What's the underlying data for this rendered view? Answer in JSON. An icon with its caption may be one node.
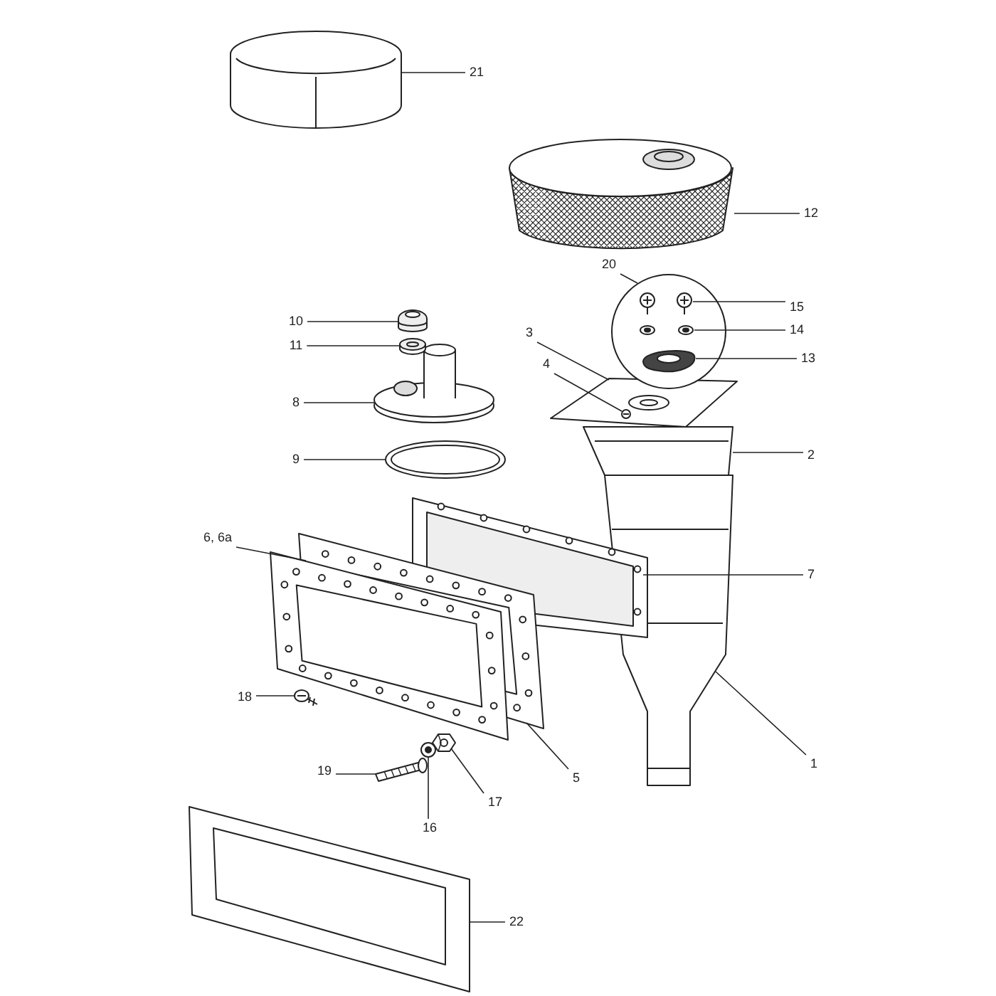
{
  "diagram": {
    "nodes": [
      {
        "text": [
          "21"
        ]
      },
      {
        "text": [],
        "shape": "picture"
      },
      {
        "text": [
          "12"
        ]
      },
      {
        "text": [],
        "shape": "picture"
      },
      {
        "text": [
          "20"
        ]
      },
      {
        "text": [],
        "shape": "circle"
      },
      {
        "text": [
          "15"
        ]
      },
      {
        "text": [],
        "shape": "picture",
        "in": 5
      },
      {
        "text": [
          "14"
        ]
      },
      {
        "text": [],
        "shape": "picture",
        "in": 5
      },
      {
        "text": [
          "13"
        ]
      },
      {
        "text": [],
        "shape": "picture",
        "in": 5
      },
      {
        "text": [
          "3"
        ]
      },
      {
        "text": [],
        "shape": "picture"
      },
      {
        "text": [
          "4"
        ]
      },
      {
        "text": [],
        "shape": "picture",
        "in": 13
      },
      {
        "text": [
          "10"
        ]
      },
      {
        "text": [],
        "shape": "picture"
      },
      {
        "text": [
          "11"
        ]
      },
      {
        "text": [],
        "shape": "picture"
      },
      {
        "text": [
          "2"
        ]
      },
      {
        "text": [],
        "shape": "picture"
      },
      {
        "text": [
          "8"
        ]
      },
      {
        "text": [],
        "shape": "picture"
      },
      {
        "text": [
          "9"
        ]
      },
      {
        "text": [],
        "shape": "picture"
      },
      {
        "text": [
          "6, 6a"
        ]
      },
      {
        "text": [],
        "shape": "picture"
      },
      {
        "text": [
          "7"
        ]
      },
      {
        "text": [],
        "shape": "picture"
      },
      {
        "text": [
          "18"
        ]
      },
      {
        "text": [],
        "shape": "picture"
      },
      {
        "text": [
          "5"
        ]
      },
      {
        "text": [],
        "shape": "picture"
      },
      {
        "text": [
          "1"
        ]
      },
      {
        "text": [],
        "shape": "picture"
      },
      {
        "text": [
          "19"
        ]
      },
      {
        "text": [],
        "shape": "picture"
      },
      {
        "text": [
          "16"
        ]
      },
      {
        "text": [],
        "shape": "picture"
      },
      {
        "text": [
          "17"
        ]
      },
      {
        "text": [],
        "shape": "picture"
      },
      {
        "text": [
          "22"
        ]
      },
      {
        "text": [],
        "shape": "picture"
      }
    ],
    "edges": [
      {
        "from": 0,
        "to": 1,
        "arrow": "none"
      },
      {
        "from": 2,
        "to": 3,
        "arrow": "none"
      },
      {
        "from": 4,
        "to": 5,
        "arrow": "none"
      },
      {
        "from": 6,
        "to": 7,
        "arrow": "none"
      },
      {
        "from": 8,
        "to": 9,
        "arrow": "none"
      },
      {
        "from": 10,
        "to": 11,
        "arrow": "none"
      },
      {
        "from": 12,
        "to": 13,
        "arrow": "none"
      },
      {
        "from": 14,
        "to": 15,
        "arrow": "none"
      },
      {
        "from": 16,
        "to": 17,
        "arrow": "none"
      },
      {
        "from": 18,
        "to": 19,
        "arrow": "none"
      },
      {
        "from": 20,
        "to": 21,
        "arrow": "none"
      },
      {
        "from": 22,
        "to": 23,
        "arrow": "none"
      },
      {
        "from": 24,
        "to": 25,
        "arrow": "none"
      },
      {
        "from": 26,
        "to": 27,
        "arrow": "none"
      },
      {
        "from": 28,
        "to": 29,
        "arrow": "none"
      },
      {
        "from": 30,
        "to": 31,
        "arrow": "none"
      },
      {
        "from": 32,
        "to": 33,
        "arrow": "none"
      },
      {
        "from": 34,
        "to": 35,
        "arrow": "none"
      },
      {
        "from": 36,
        "to": 37,
        "arrow": "none"
      },
      {
        "from": 38,
        "to": 39,
        "arrow": "none"
      },
      {
        "from": 40,
        "to": 41,
        "arrow": "none"
      },
      {
        "from": 42,
        "to": 43,
        "arrow": "none"
      }
    ]
  }
}
